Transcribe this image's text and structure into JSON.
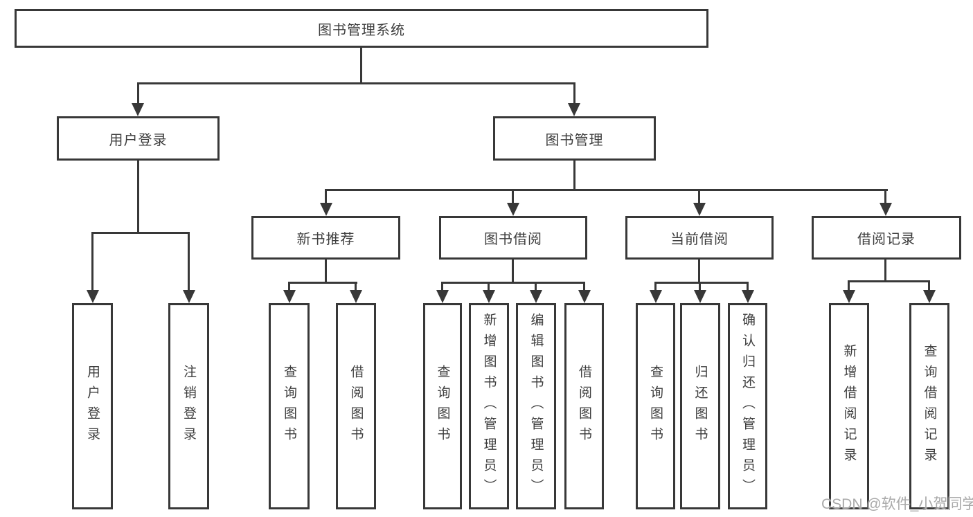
{
  "diagram": {
    "root": {
      "label": "图书管理系统"
    },
    "branches": [
      {
        "label": "用户登录",
        "children": [
          {
            "label": "用户登录"
          },
          {
            "label": "注销登录"
          }
        ]
      },
      {
        "label": "图书管理",
        "sections": [
          {
            "label": "新书推荐",
            "children": [
              {
                "label": "查询图书"
              },
              {
                "label": "借阅图书"
              }
            ]
          },
          {
            "label": "图书借阅",
            "children": [
              {
                "label": "查询图书"
              },
              {
                "label": "新增图书（管理员）"
              },
              {
                "label": "编辑图书（管理员）"
              },
              {
                "label": "借阅图书"
              }
            ]
          },
          {
            "label": "当前借阅",
            "children": [
              {
                "label": "查询图书"
              },
              {
                "label": "归还图书"
              },
              {
                "label": "确认归还（管理员）"
              }
            ]
          },
          {
            "label": "借阅记录",
            "children": [
              {
                "label": "新增借阅记录"
              },
              {
                "label": "查询借阅记录"
              }
            ]
          }
        ]
      }
    ]
  },
  "watermark": {
    "text": "CSDN @软件_小贺同学"
  },
  "colors": {
    "line": "#383838",
    "text": "#3d3d3d",
    "watermark": "#a9a9a9",
    "background": "#ffffff"
  }
}
